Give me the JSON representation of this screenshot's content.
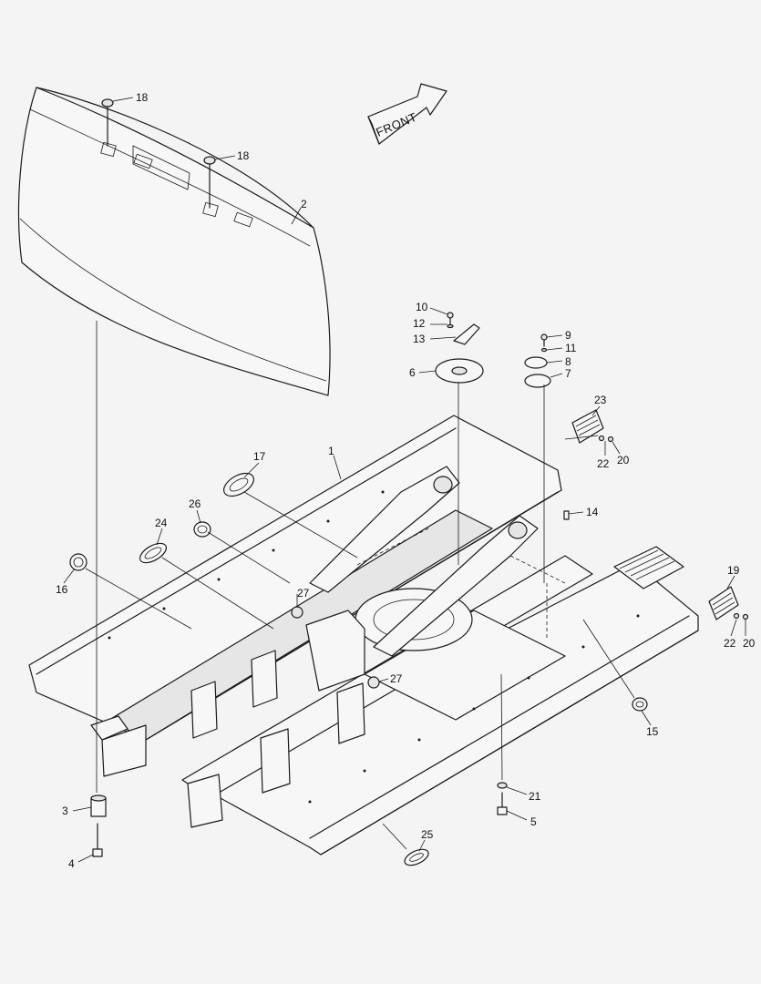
{
  "diagram": {
    "front_label": "FRONT",
    "callouts": [
      {
        "id": "c18a",
        "text": "18"
      },
      {
        "id": "c18b",
        "text": "18"
      },
      {
        "id": "c2",
        "text": "2"
      },
      {
        "id": "c10",
        "text": "10"
      },
      {
        "id": "c12",
        "text": "12"
      },
      {
        "id": "c13",
        "text": "13"
      },
      {
        "id": "c6",
        "text": "6"
      },
      {
        "id": "c9",
        "text": "9"
      },
      {
        "id": "c11",
        "text": "11"
      },
      {
        "id": "c8",
        "text": "8"
      },
      {
        "id": "c7",
        "text": "7"
      },
      {
        "id": "c23",
        "text": "23"
      },
      {
        "id": "c22a",
        "text": "22"
      },
      {
        "id": "c20a",
        "text": "20"
      },
      {
        "id": "c1",
        "text": "1"
      },
      {
        "id": "c17",
        "text": "17"
      },
      {
        "id": "c26",
        "text": "26"
      },
      {
        "id": "c14",
        "text": "14"
      },
      {
        "id": "c24",
        "text": "24"
      },
      {
        "id": "c19",
        "text": "19"
      },
      {
        "id": "c16",
        "text": "16"
      },
      {
        "id": "c27a",
        "text": "27"
      },
      {
        "id": "c22b",
        "text": "22"
      },
      {
        "id": "c20b",
        "text": "20"
      },
      {
        "id": "c27b",
        "text": "27"
      },
      {
        "id": "c15",
        "text": "15"
      },
      {
        "id": "c21",
        "text": "21"
      },
      {
        "id": "c3",
        "text": "3"
      },
      {
        "id": "c5",
        "text": "5"
      },
      {
        "id": "c25",
        "text": "25"
      },
      {
        "id": "c4",
        "text": "4"
      }
    ]
  }
}
